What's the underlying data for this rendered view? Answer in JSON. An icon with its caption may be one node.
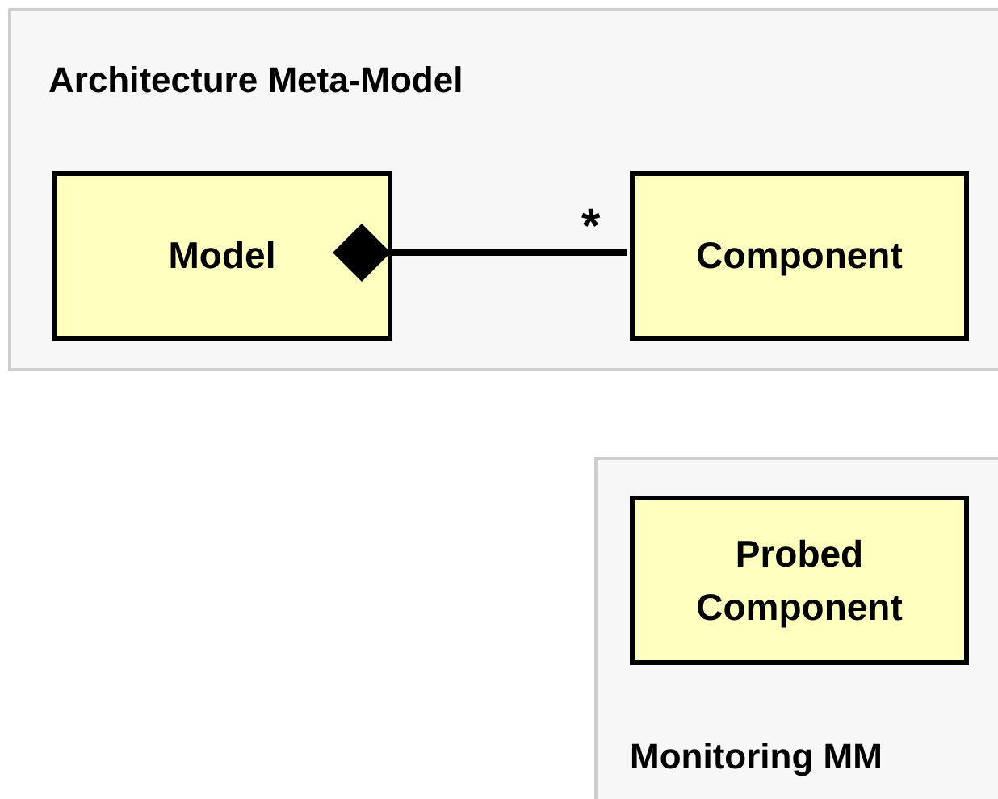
{
  "diagram": {
    "nodes": [
      {
        "text": [
          "Architecture Meta-Model"
        ]
      },
      {
        "text": [
          "Model"
        ],
        "in": 0
      },
      {
        "text": [
          "Component"
        ],
        "in": 0
      },
      {
        "text": [
          "Monitoring MM"
        ]
      },
      {
        "text": [
          "Probed Component"
        ],
        "in": 3
      }
    ],
    "edges": [
      {
        "from": 1,
        "to": 2,
        "arrow": "other",
        "label": "*"
      }
    ]
  }
}
